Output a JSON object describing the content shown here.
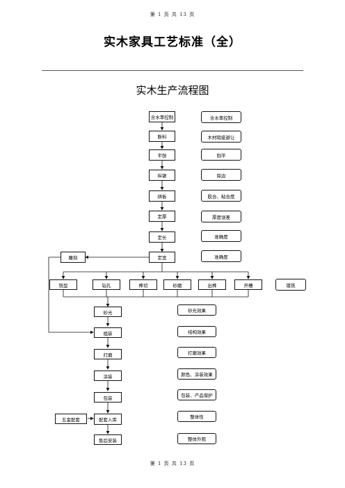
{
  "header": {
    "page_indicator": "第 1 页 共 13 页"
  },
  "footer": {
    "page_indicator": "第 1 页 共 13 页"
  },
  "document": {
    "title": "实木家具工艺标准（全）",
    "flowchart_title": "实木生产流程图"
  },
  "flow": {
    "main": [
      "含水率控制",
      "断料",
      "平刨",
      "纵锯",
      "拼板",
      "定厚",
      "定长",
      "定宽"
    ],
    "notes": [
      "含水率控制",
      "木材瑕疵避让",
      "刨平",
      "除边",
      "胶合、粘合度",
      "厚度误差",
      "准确度",
      "准确度"
    ],
    "carving": "雕刻",
    "branches": [
      "铣型",
      "钻孔",
      "榫切",
      "砂磨",
      "出榫",
      "开槽"
    ],
    "extra": "镂铣",
    "lower": [
      "砂光",
      "组装",
      "打磨",
      "涂装",
      "包装",
      "配套入库",
      "售后安装"
    ],
    "lower_notes": [
      "砂光效果",
      "结构效果",
      "打磨效果",
      "颜色、涂装效果",
      "包装、产品保护",
      "整体性",
      "整体外观"
    ],
    "hardware": "五金配套"
  }
}
